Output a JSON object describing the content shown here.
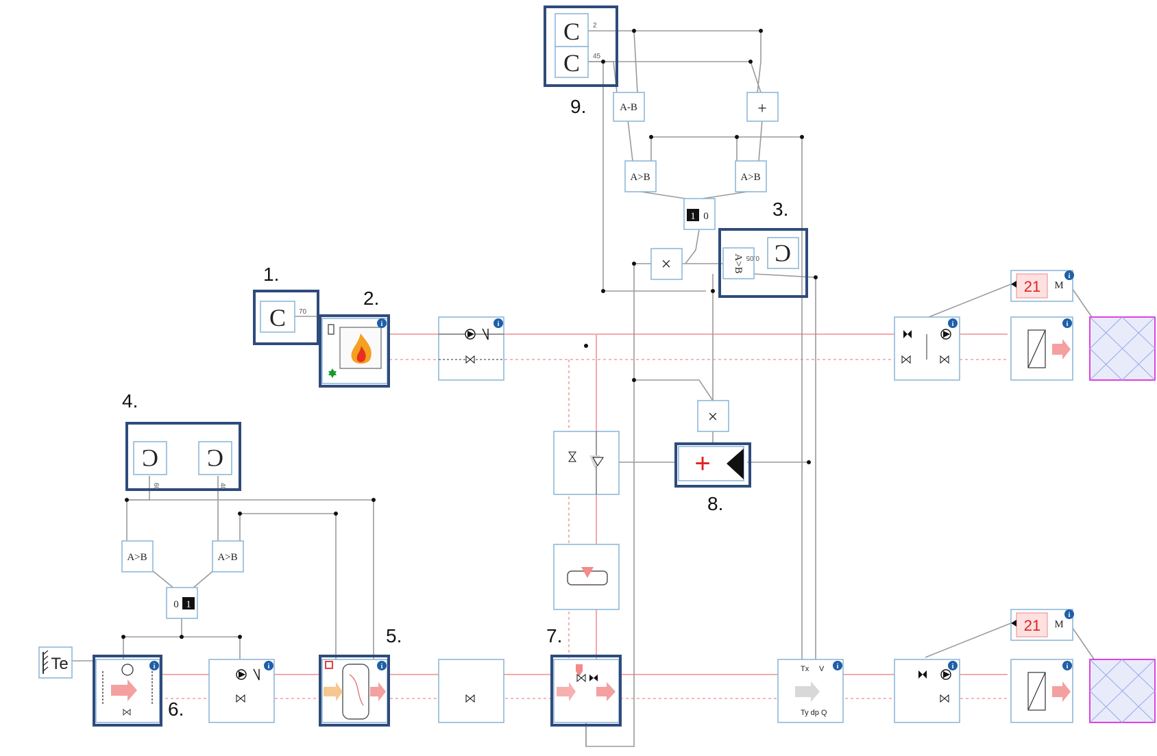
{
  "constants": {
    "c1": {
      "symbol": "C",
      "value": "70"
    },
    "c9a": {
      "symbol": "C",
      "value": "2"
    },
    "c9b": {
      "symbol": "C",
      "value": "45"
    },
    "c3": {
      "symbol": "C",
      "value": "0.05"
    },
    "c4a": {
      "symbol": "C",
      "value": "60"
    },
    "c4b": {
      "symbol": "C",
      "value": "40"
    }
  },
  "blocks": {
    "sub_top": "A-B",
    "plus_top": "+",
    "cmp_top_left": "A>B",
    "cmp_top_right": "A>B",
    "cmp_3": "A>B",
    "cmp_left_a": "A>B",
    "cmp_left_b": "A>B",
    "sw_top_a": "1",
    "sw_top_b": "0",
    "sw_left_a": "0",
    "sw_left_b": "1",
    "mult_a": "×",
    "mult_b": "×",
    "adder_8": "+",
    "room_top_value": "21",
    "room_bottom_value": "21",
    "room_top_mode": "M",
    "room_bottom_mode": "M",
    "outdoor_temp": "Te",
    "meter_tx": "Tx",
    "meter_v": "V",
    "meter_bottom": "Ty dp Q"
  },
  "labels": {
    "l1": "1.",
    "l2": "2.",
    "l3": "3.",
    "l4": "4.",
    "l5": "5.",
    "l6": "6.",
    "l7": "7.",
    "l8": "8.",
    "l9": "9."
  },
  "info_glyph": "i",
  "colors": {
    "highlight": "#2f4b7c",
    "block_border": "#8db7d8",
    "pipe": "#f4a9a9",
    "signal": "#9a9a9a",
    "emitter": "#e040e0"
  }
}
